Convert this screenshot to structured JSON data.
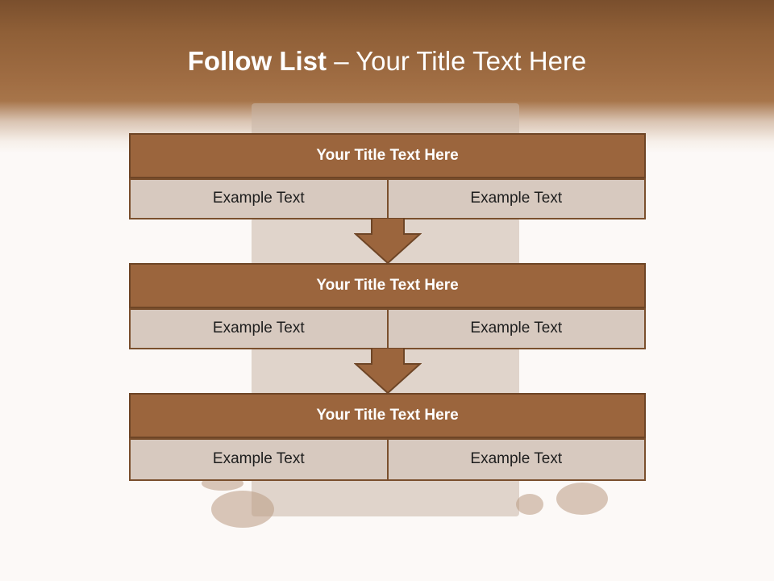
{
  "slide": {
    "title_bold": "Follow List",
    "title_rest": " – Your Title Text Here"
  },
  "groups": [
    {
      "title": "Your Title Text Here",
      "left_text": "Example Text",
      "right_text": "Example Text"
    },
    {
      "title": "Your Title Text Here",
      "left_text": "Example Text",
      "right_text": "Example Text"
    },
    {
      "title": "Your Title Text Here",
      "left_text": "Example Text",
      "right_text": "Example Text"
    }
  ],
  "colors": {
    "header": "#a06d43",
    "title_bar": "#9b653d",
    "cell": "#d7c9bf",
    "arrow": "#9b653d",
    "border": "#6e4526"
  }
}
